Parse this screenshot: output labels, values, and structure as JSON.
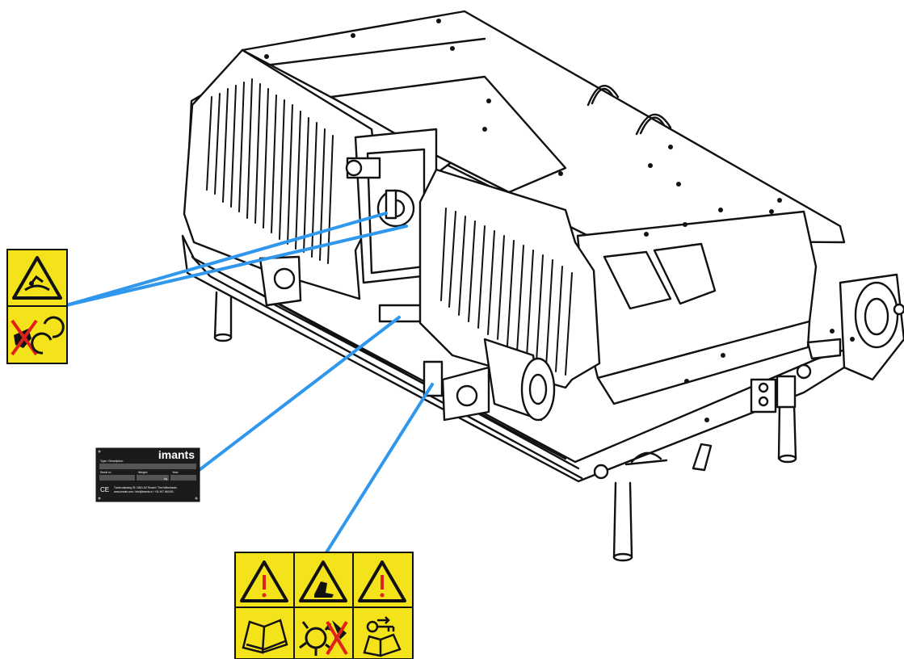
{
  "colors": {
    "callout_line": "#2f97ec",
    "warning_yellow": "#f4e21b",
    "outline": "#111111",
    "plate_bg": "#1b1b1b",
    "prohibition_red": "#e0201b"
  },
  "machine": {
    "icon": "machine-line-drawing"
  },
  "labels": {
    "left_sticker": {
      "top_icon": "entanglement-warning-icon",
      "bottom_icon": "no-hands-rotating-parts-icon"
    },
    "type_plate": {
      "brand": "imants",
      "type_label": "Type / Description:",
      "serial_label": "Serial nr.:",
      "weight_label": "Weight:",
      "year_label": "Year:",
      "kg_unit": "kg",
      "ce_mark": "CE",
      "address_line": "Turnhoutseweg 29 / 5541 AV Reusel / The Netherlands",
      "contact_line": "www.imants.com / info@imants.nl / +31 497 640400"
    },
    "bottom_sticker": {
      "panels": [
        {
          "top_icon": "warning-triangle-icon",
          "bottom_icon": "read-manual-icon"
        },
        {
          "top_icon": "foot-injury-warning-icon",
          "bottom_icon": "rotor-hazard-icon"
        },
        {
          "top_icon": "warning-triangle-icon",
          "bottom_icon": "remove-key-manual-icon"
        }
      ]
    }
  }
}
